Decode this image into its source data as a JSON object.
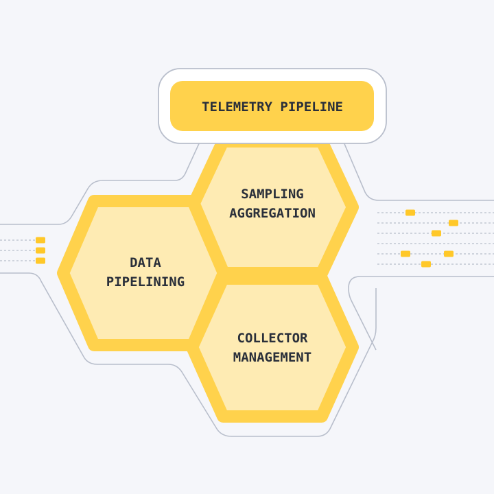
{
  "header": {
    "title": "TELEMETRY PIPELINE"
  },
  "hexagons": [
    {
      "line1": "SAMPLING",
      "line2": "AGGREGATION"
    },
    {
      "line1": "DATA",
      "line2": "PIPELINING"
    },
    {
      "line1": "COLLECTOR",
      "line2": "MANAGEMENT"
    }
  ],
  "colors": {
    "accent": "#FFD24C",
    "hex_fill": "#FEEBB3",
    "line": "#B8BECB",
    "text": "#2A2F3A",
    "background": "#F5F6FA"
  }
}
